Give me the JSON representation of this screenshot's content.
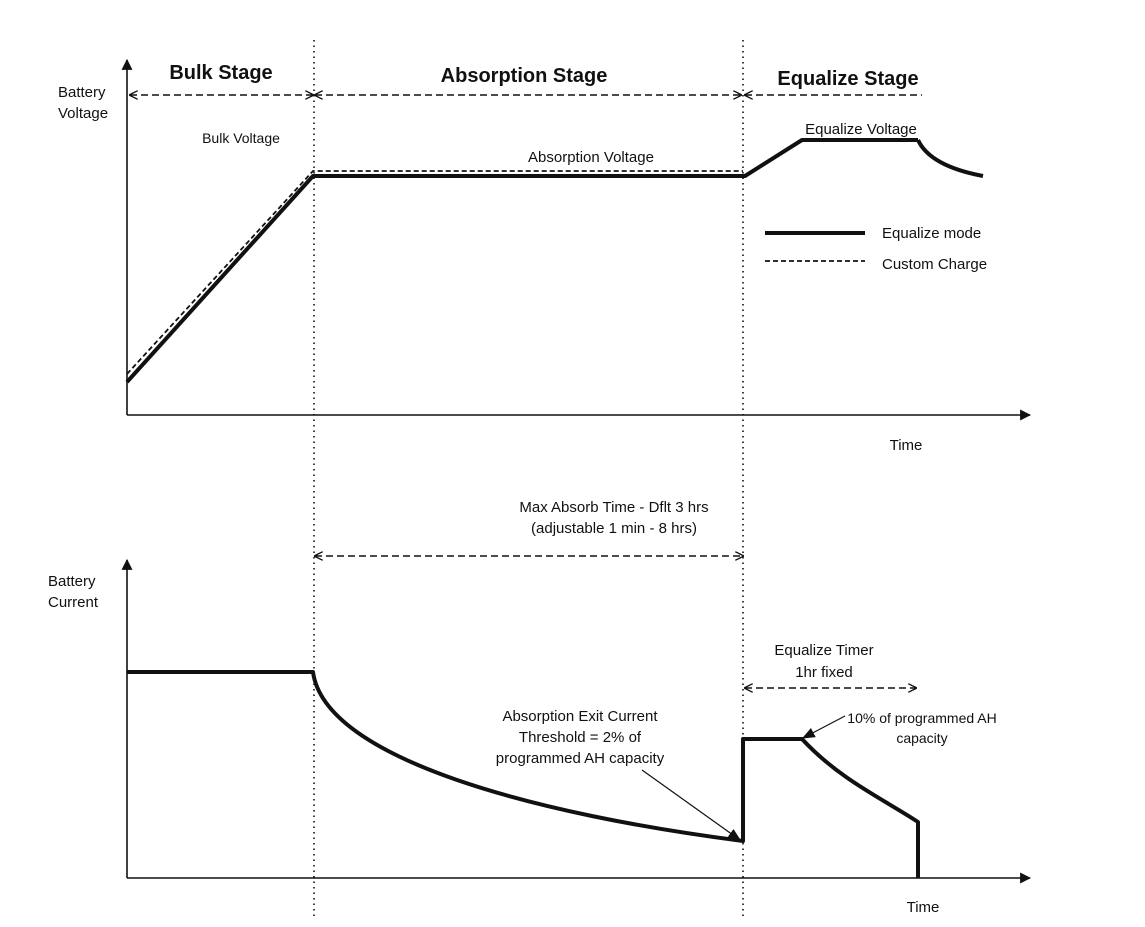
{
  "stages": {
    "bulk": "Bulk Stage",
    "absorption": "Absorption Stage",
    "equalize": "Equalize Stage"
  },
  "voltage_chart": {
    "y_label_line1": "Battery",
    "y_label_line2": "Voltage",
    "x_label": "Time",
    "bulk_voltage": "Bulk Voltage",
    "absorption_voltage": "Absorption Voltage",
    "equalize_voltage": "Equalize Voltage"
  },
  "legend": {
    "solid": "Equalize mode",
    "dashed": "Custom Charge"
  },
  "current_chart": {
    "y_label_line1": "Battery",
    "y_label_line2": "Current",
    "x_label": "Time",
    "max_absorb_line1": "Max Absorb Time - Dflt 3 hrs",
    "max_absorb_line2": "(adjustable  1 min - 8 hrs)",
    "equalize_timer_line1": "Equalize Timer",
    "equalize_timer_line2": "1hr fixed",
    "exit_current_line1": "Absorption Exit Current",
    "exit_current_line2": "Threshold = 2% of",
    "exit_current_line3": "programmed AH capacity",
    "ten_percent_line1": "10% of programmed AH",
    "ten_percent_line2": "capacity"
  }
}
